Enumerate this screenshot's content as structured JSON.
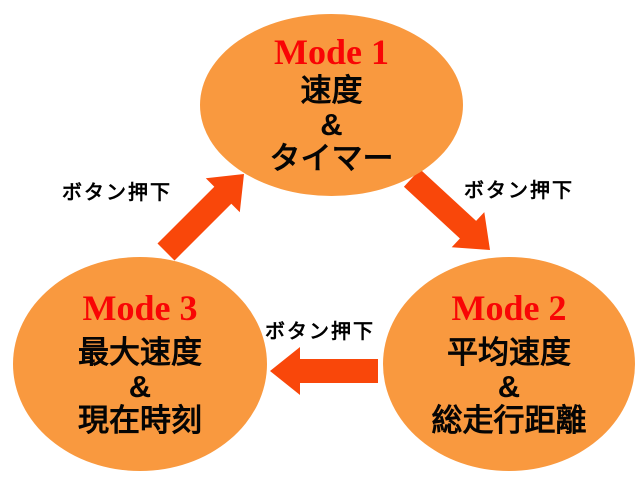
{
  "colors": {
    "background": "#FFFFFF",
    "node_fill": "#F9993F",
    "arrow_color": "#F9470A",
    "title_color": "#F90505",
    "text_color": "#050505",
    "label_color": "#000000"
  },
  "nodes": [
    {
      "id": "mode1",
      "title": "Mode 1",
      "lines": [
        "速度",
        "&",
        "タイマー"
      ]
    },
    {
      "id": "mode2",
      "title": "Mode 2",
      "lines": [
        "平均速度",
        "&",
        "総走行距離"
      ]
    },
    {
      "id": "mode3",
      "title": "Mode 3",
      "lines": [
        "最大速度",
        "&",
        "現在時刻"
      ]
    }
  ],
  "arrows": [
    {
      "from": "Mode 1",
      "to": "Mode 2",
      "label": "ボタン押下"
    },
    {
      "from": "Mode 2",
      "to": "Mode 3",
      "label": "ボタン押下"
    },
    {
      "from": "Mode 3",
      "to": "Mode 1",
      "label": "ボタン押下"
    }
  ]
}
